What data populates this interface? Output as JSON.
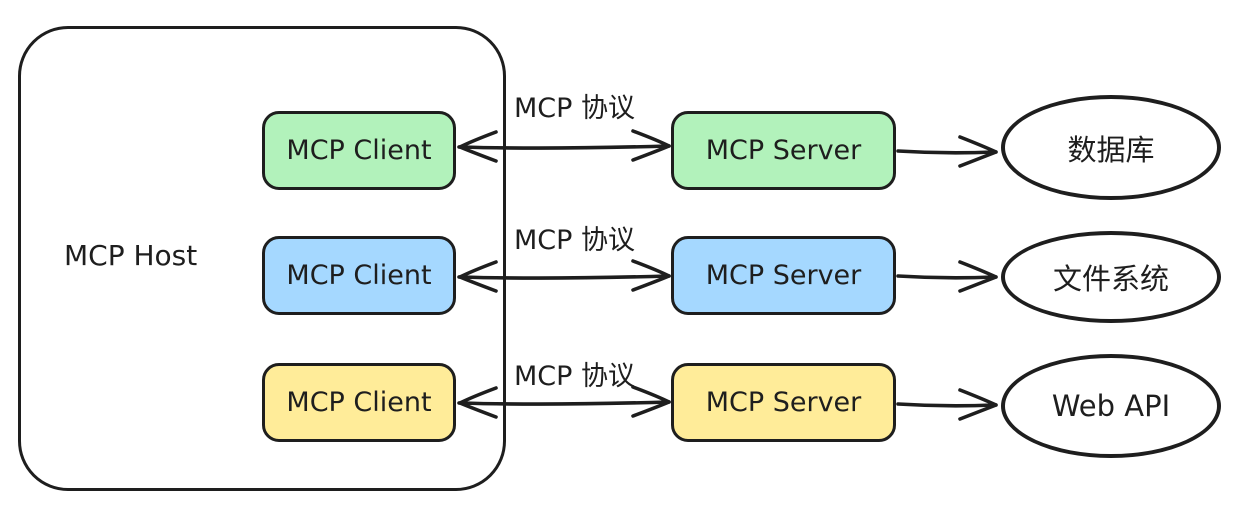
{
  "colors": {
    "stroke": "#1e1e1e",
    "canvas_background": "#ffffff",
    "green": "#b2f2bb",
    "blue": "#a5d8ff",
    "yellow": "#ffec99"
  },
  "host": {
    "label": "MCP Host"
  },
  "rows": [
    {
      "client_label": "MCP Client",
      "server_label": "MCP Server",
      "protocol_label": "MCP 协议",
      "resource_label": "数据库",
      "fill": "#b2f2bb"
    },
    {
      "client_label": "MCP Client",
      "server_label": "MCP Server",
      "protocol_label": "MCP 协议",
      "resource_label": "文件系统",
      "fill": "#a5d8ff"
    },
    {
      "client_label": "MCP Client",
      "server_label": "MCP Server",
      "protocol_label": "MCP 协议",
      "resource_label": "Web API",
      "fill": "#ffec99"
    }
  ]
}
